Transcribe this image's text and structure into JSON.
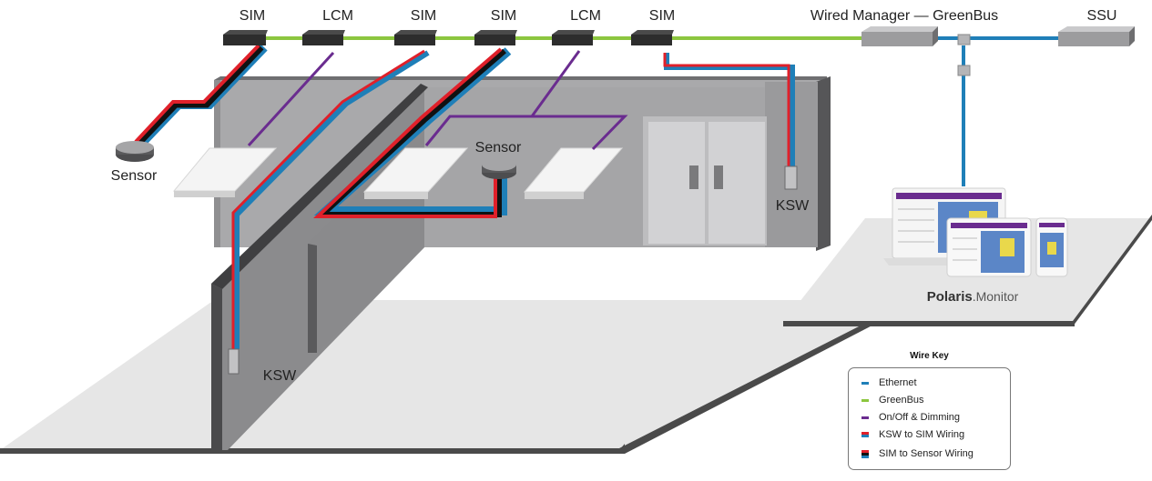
{
  "devices": {
    "sim_1": "SIM",
    "lcm_1": "LCM",
    "sim_2": "SIM",
    "sim_3": "SIM",
    "lcm_2": "LCM",
    "sim_4": "SIM",
    "wired_manager": "Wired Manager — GreenBus",
    "ssu": "SSU"
  },
  "room_labels": {
    "sensor_left": "Sensor",
    "sensor_center": "Sensor",
    "ksw_right": "KSW",
    "ksw_left": "KSW"
  },
  "monitor": {
    "brand_bold": "Polaris",
    "brand_dot": ".",
    "brand_light": "Monitor"
  },
  "wire_key": {
    "title": "Wire Key",
    "items": [
      {
        "label": "Ethernet",
        "colors": [
          "#1f7fb8"
        ]
      },
      {
        "label": "GreenBus",
        "colors": [
          "#8cc63f"
        ]
      },
      {
        "label": "On/Off & Dimming",
        "colors": [
          "#6a2c8f"
        ]
      },
      {
        "label": "KSW to SIM Wiring",
        "colors": [
          "#e0202a",
          "#1f7fb8"
        ]
      },
      {
        "label": "SIM to Sensor Wiring",
        "colors": [
          "#e0202a",
          "#111111",
          "#1f7fb8"
        ]
      }
    ]
  },
  "colors": {
    "ethernet": "#1f7fb8",
    "greenbus": "#8cc63f",
    "dimming": "#6a2c8f",
    "ksw_red": "#e0202a",
    "sensor_black": "#111111",
    "wall": "#a7a7a9",
    "floor": "#e6e6e6"
  }
}
